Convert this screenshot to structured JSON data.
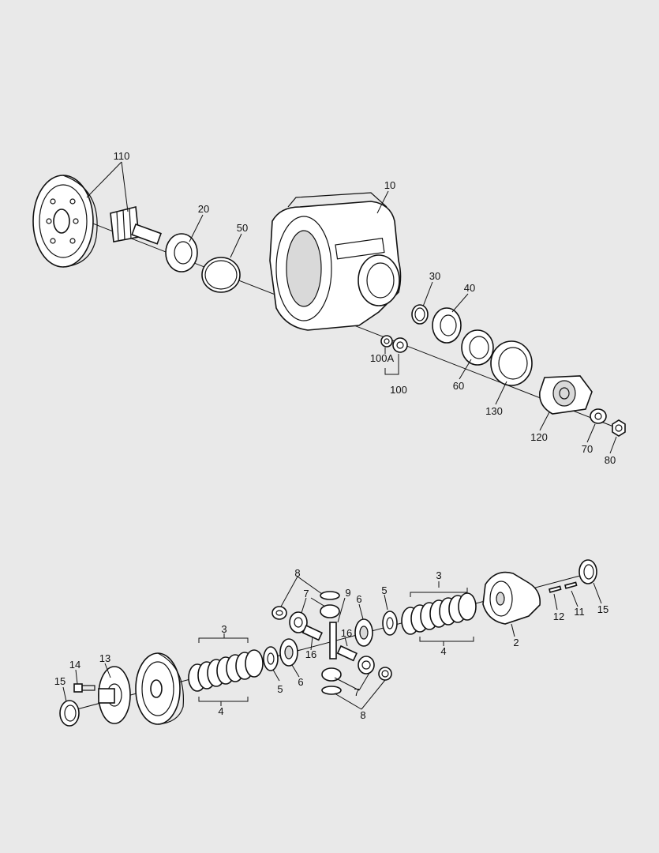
{
  "upper_assembly": {
    "callouts": {
      "c110": "110",
      "c10": "10",
      "c20": "20",
      "c50": "50",
      "c30": "30",
      "c40": "40",
      "c100a": "100A",
      "c100": "100",
      "c60": "60",
      "c130": "130",
      "c120": "120",
      "c70": "70",
      "c80": "80"
    }
  },
  "lower_assembly": {
    "callouts": {
      "c8_top": "8",
      "c7_top": "7",
      "c9": "9",
      "c6_top": "6",
      "c5_top": "5",
      "c3_right": "3",
      "c4_right": "4",
      "c2": "2",
      "c12": "12",
      "c11": "11",
      "c15_right": "15",
      "c3_left": "3",
      "c4_left": "4",
      "c16_left": "16",
      "c16_right": "16",
      "c5_left": "5",
      "c6_left": "6",
      "c7_bottom": "7",
      "c8_bottom": "8",
      "c14": "14",
      "c13": "13",
      "c15_left": "15"
    }
  }
}
